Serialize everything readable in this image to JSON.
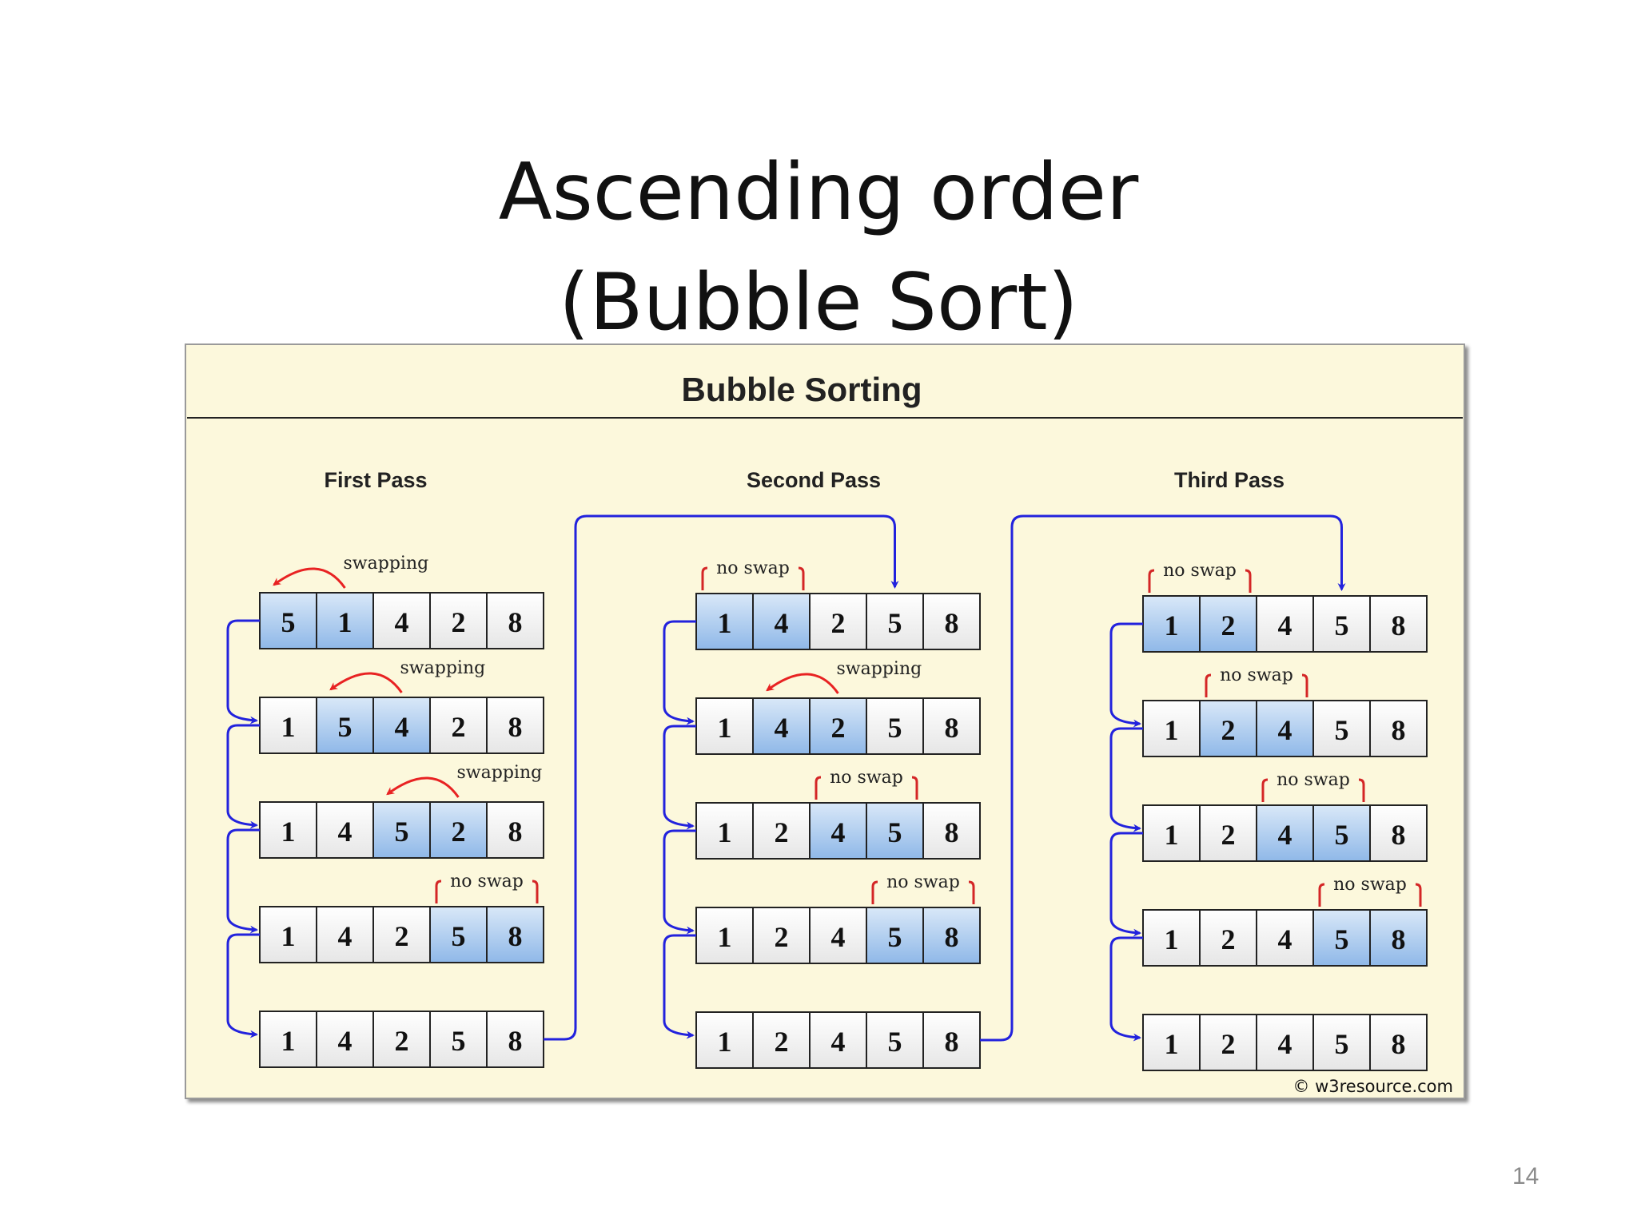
{
  "slide": {
    "title_line1": "Ascending order",
    "title_line2": "(Bubble Sort)",
    "page_number": "14"
  },
  "diagram": {
    "title": "Bubble  Sorting",
    "credit": "© w3resource.com",
    "colors": {
      "panel_bg": "#fcf8dc",
      "cell_normal": "#f6f6f6",
      "cell_highlight": "#aecdf0",
      "flow_arrow": "#2222dd",
      "swap_arrow": "#e82222",
      "bracket": "#d42626"
    },
    "passes": [
      {
        "title": "First  Pass",
        "steps": [
          {
            "values": [
              "5",
              "1",
              "4",
              "2",
              "8"
            ],
            "pair": 0,
            "action": "swapping"
          },
          {
            "values": [
              "1",
              "5",
              "4",
              "2",
              "8"
            ],
            "pair": 1,
            "action": "swapping"
          },
          {
            "values": [
              "1",
              "4",
              "5",
              "2",
              "8"
            ],
            "pair": 2,
            "action": "swapping"
          },
          {
            "values": [
              "1",
              "4",
              "2",
              "5",
              "8"
            ],
            "pair": 3,
            "action": "no swap"
          },
          {
            "values": [
              "1",
              "4",
              "2",
              "5",
              "8"
            ],
            "pair": null,
            "action": ""
          }
        ]
      },
      {
        "title": "Second  Pass",
        "steps": [
          {
            "values": [
              "1",
              "4",
              "2",
              "5",
              "8"
            ],
            "pair": 0,
            "action": "no swap"
          },
          {
            "values": [
              "1",
              "4",
              "2",
              "5",
              "8"
            ],
            "pair": 1,
            "action": "swapping"
          },
          {
            "values": [
              "1",
              "2",
              "4",
              "5",
              "8"
            ],
            "pair": 2,
            "action": "no swap"
          },
          {
            "values": [
              "1",
              "2",
              "4",
              "5",
              "8"
            ],
            "pair": 3,
            "action": "no swap"
          },
          {
            "values": [
              "1",
              "2",
              "4",
              "5",
              "8"
            ],
            "pair": null,
            "action": ""
          }
        ]
      },
      {
        "title": "Third  Pass",
        "steps": [
          {
            "values": [
              "1",
              "2",
              "4",
              "5",
              "8"
            ],
            "pair": 0,
            "action": "no swap"
          },
          {
            "values": [
              "1",
              "2",
              "4",
              "5",
              "8"
            ],
            "pair": 1,
            "action": "no swap"
          },
          {
            "values": [
              "1",
              "2",
              "4",
              "5",
              "8"
            ],
            "pair": 2,
            "action": "no swap"
          },
          {
            "values": [
              "1",
              "2",
              "4",
              "5",
              "8"
            ],
            "pair": 3,
            "action": "no swap"
          },
          {
            "values": [
              "1",
              "2",
              "4",
              "5",
              "8"
            ],
            "pair": null,
            "action": ""
          }
        ]
      }
    ]
  }
}
